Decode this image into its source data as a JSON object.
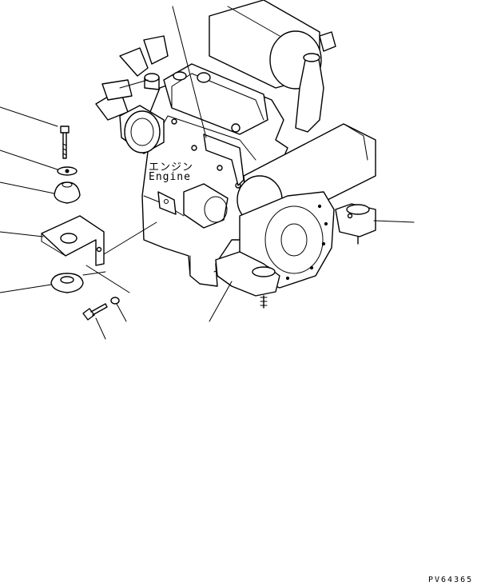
{
  "figure": {
    "label_japanese": "エンジン",
    "label_english": "Engine",
    "drawing_code": "PV64365"
  },
  "style": {
    "line_color": "#000000",
    "background": "#ffffff"
  }
}
